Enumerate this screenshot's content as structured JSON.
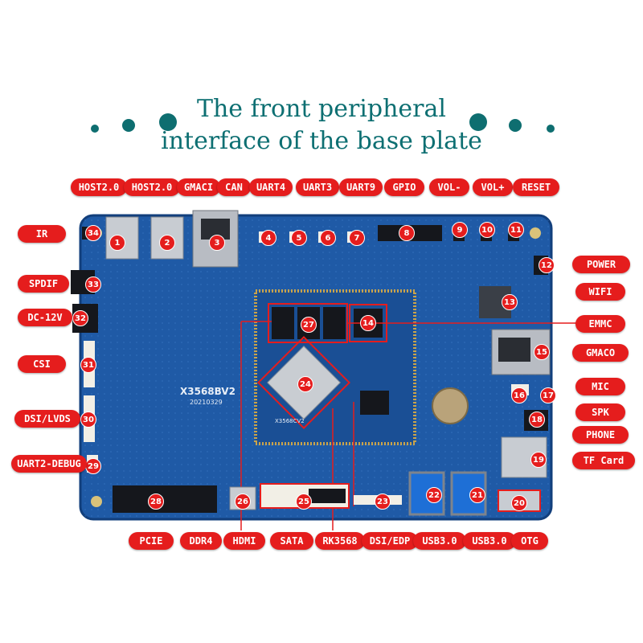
{
  "title": {
    "line1": "The front peripheral",
    "line2": "interface of the base plate"
  },
  "board": {
    "model": "X3568BV2",
    "date": "20210329",
    "core_label": "X3568CV2"
  },
  "colors": {
    "board": "#1f5aa6",
    "label": "#e51d1d",
    "title": "#0d6f72"
  },
  "callouts": [
    {
      "n": "1",
      "label": "HOST2.0"
    },
    {
      "n": "2",
      "label": "HOST2.0"
    },
    {
      "n": "3",
      "label": "GMACI"
    },
    {
      "n": "4",
      "label": "CAN"
    },
    {
      "n": "5",
      "label": "UART4"
    },
    {
      "n": "6",
      "label": "UART3"
    },
    {
      "n": "7",
      "label": "UART9"
    },
    {
      "n": "8",
      "label": "GPIO"
    },
    {
      "n": "9",
      "label": "VOL-"
    },
    {
      "n": "10",
      "label": "VOL+"
    },
    {
      "n": "11",
      "label": "RESET"
    },
    {
      "n": "12",
      "label": "POWER"
    },
    {
      "n": "13",
      "label": "WIFI"
    },
    {
      "n": "14",
      "label": "EMMC"
    },
    {
      "n": "15",
      "label": "GMACO"
    },
    {
      "n": "16",
      "label": "MIC"
    },
    {
      "n": "17",
      "label": "SPK"
    },
    {
      "n": "18",
      "label": "PHONE"
    },
    {
      "n": "19",
      "label": "TF Card"
    },
    {
      "n": "20",
      "label": "OTG"
    },
    {
      "n": "21",
      "label": "USB3.0"
    },
    {
      "n": "22",
      "label": "USB3.0"
    },
    {
      "n": "23",
      "label": "DSI/EDP"
    },
    {
      "n": "24",
      "label": "RK3568"
    },
    {
      "n": "25",
      "label": "SATA"
    },
    {
      "n": "26",
      "label": "HDMI"
    },
    {
      "n": "27",
      "label": "DDR4"
    },
    {
      "n": "28",
      "label": "PCIE"
    },
    {
      "n": "29",
      "label": "UART2-DEBUG"
    },
    {
      "n": "30",
      "label": "DSI/LVDS"
    },
    {
      "n": "31",
      "label": "CSI"
    },
    {
      "n": "32",
      "label": "DC-12V"
    },
    {
      "n": "33",
      "label": "SPDIF"
    },
    {
      "n": "34",
      "label": "IR"
    }
  ]
}
